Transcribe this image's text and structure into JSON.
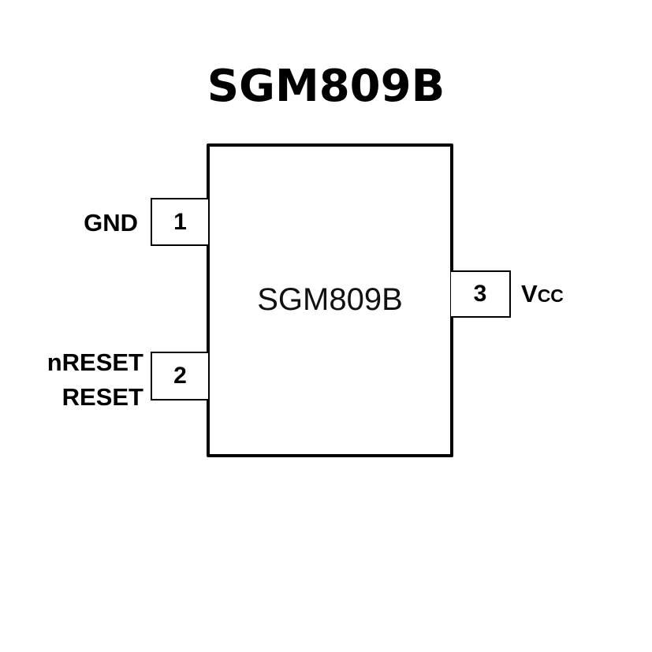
{
  "title": "SGM809B",
  "chip": {
    "label": "SGM809B"
  },
  "pins": [
    {
      "number": "1",
      "name": "GND",
      "side": "left"
    },
    {
      "number": "2",
      "name_lines": [
        "nRESET",
        "RESET"
      ],
      "side": "left"
    },
    {
      "number": "3",
      "name_main": "V",
      "name_sub": "CC",
      "side": "right"
    }
  ]
}
